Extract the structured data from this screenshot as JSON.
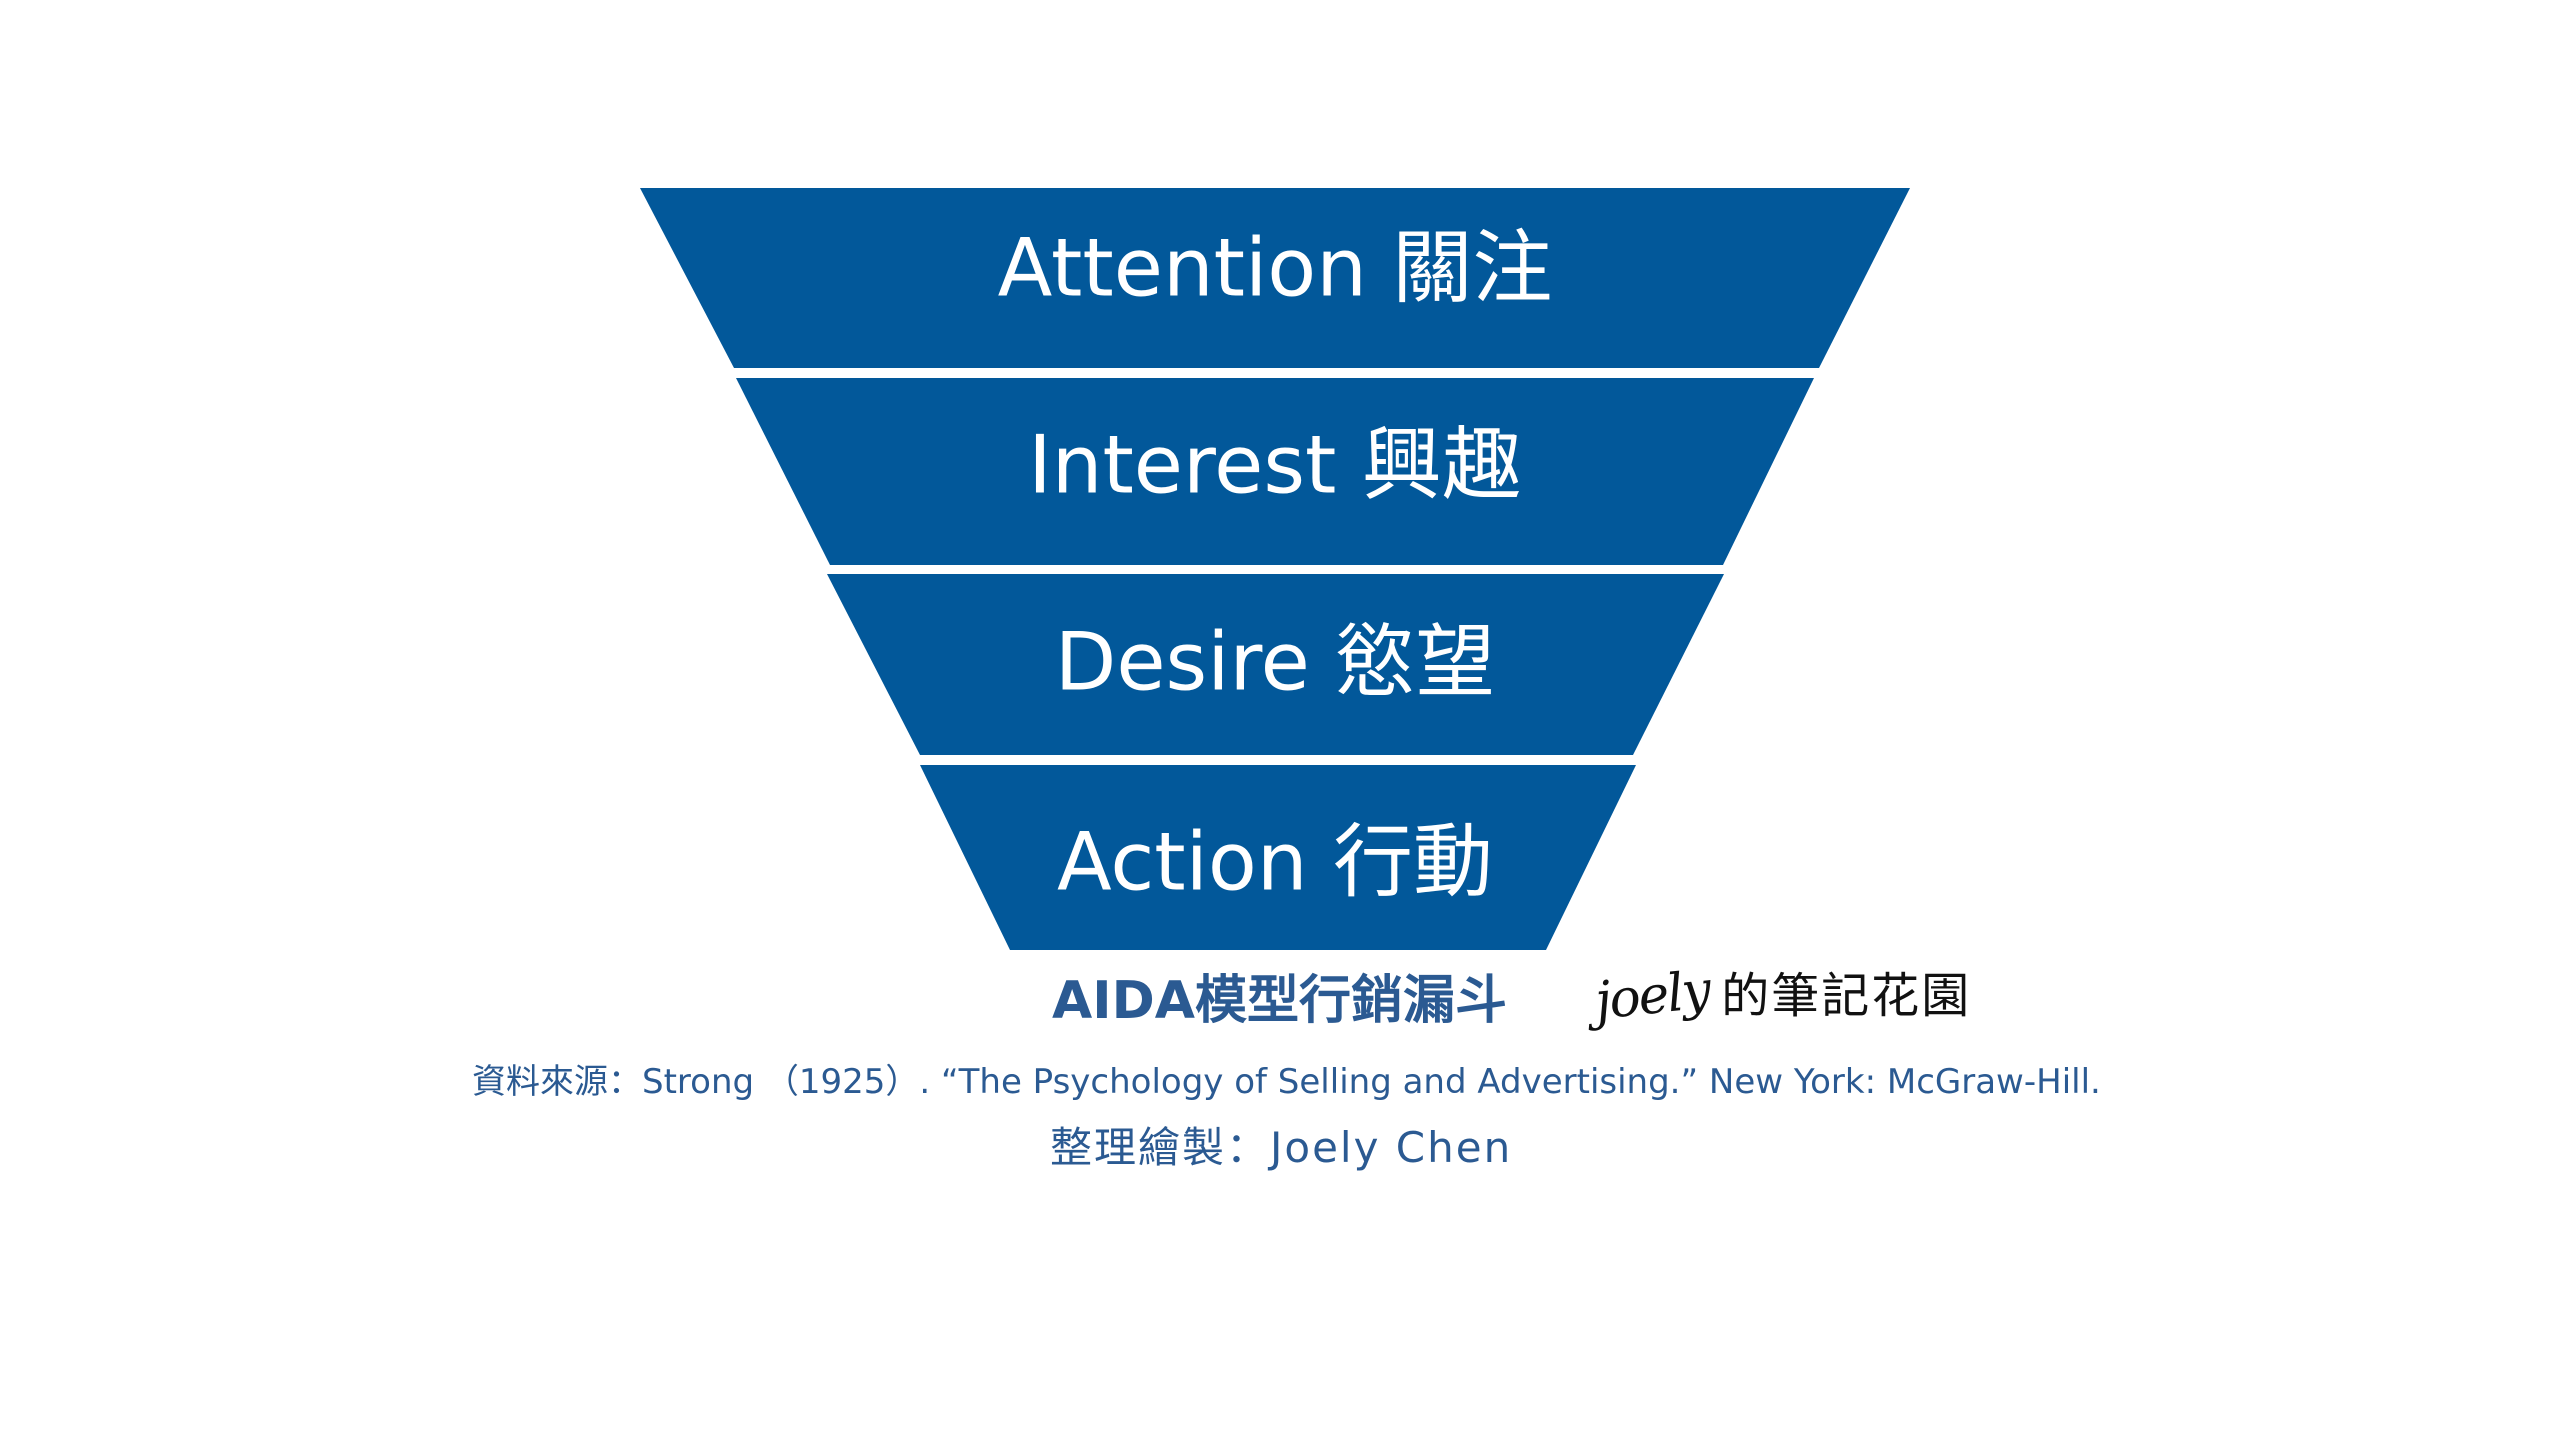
{
  "colors": {
    "funnel_fill": "#02589a",
    "text_accent": "#2b5a92",
    "background": "#ffffff"
  },
  "funnel": {
    "levels": [
      {
        "label": "Attention 關注"
      },
      {
        "label": "Interest 興趣"
      },
      {
        "label": "Desire 慾望"
      },
      {
        "label": "Action 行動"
      }
    ]
  },
  "caption": {
    "title": "AIDA模型行銷漏斗",
    "source": "資料來源：Strong （1925）. “The Psychology of Selling and Advertising.” New York: McGraw-Hill.",
    "author": "整理繪製：Joely Chen"
  },
  "signature": {
    "logo_text": "joely",
    "text": "的筆記花園"
  }
}
